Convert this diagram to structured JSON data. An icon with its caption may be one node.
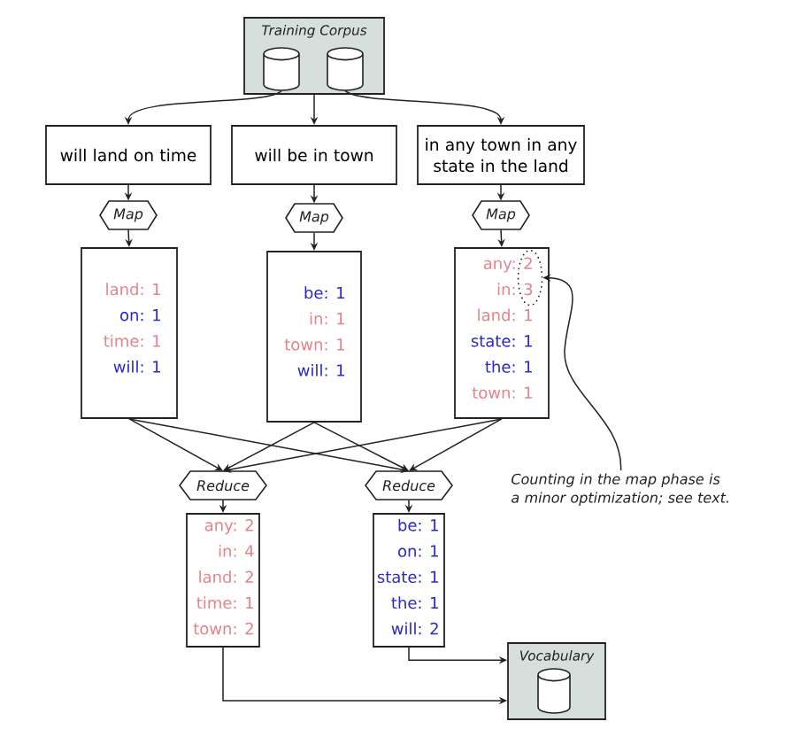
{
  "diagram": {
    "nodes": [
      {
        "text": [
          "Training Corpus"
        ]
      },
      {
        "text": [],
        "shape": "cylinder",
        "in": 0
      },
      {
        "text": [],
        "shape": "cylinder",
        "in": 0
      },
      {
        "text": [
          "will land on time"
        ]
      },
      {
        "text": [
          "will be in town"
        ]
      },
      {
        "text": [
          "in any town in any state in the land"
        ]
      },
      {
        "text": [
          "Map"
        ]
      },
      {
        "text": [
          "Map"
        ]
      },
      {
        "text": [
          "Map"
        ]
      },
      {
        "text": [
          "land: 1",
          "on: 1",
          "time: 1",
          "will: 1"
        ]
      },
      {
        "text": [
          "be: 1",
          "in: 1",
          "town: 1",
          "will: 1"
        ]
      },
      {
        "text": [
          "any: 2",
          "in: 3",
          "land: 1",
          "state: 1",
          "the: 1",
          "town: 1"
        ]
      },
      {
        "text": [],
        "shape": "ellipse",
        "in": 11
      },
      {
        "text": [
          "Reduce"
        ]
      },
      {
        "text": [
          "Reduce"
        ]
      },
      {
        "text": [
          "Counting in the map phase is a minor optimization; see text."
        ]
      },
      {
        "text": [
          "any: 2",
          "in: 4",
          "land: 2",
          "time: 1",
          "town: 2"
        ]
      },
      {
        "text": [
          "be: 1",
          "on: 1",
          "state: 1",
          "the: 1",
          "will: 2"
        ]
      },
      {
        "text": [
          "Vocabulary"
        ]
      },
      {
        "text": [],
        "shape": "cylinder",
        "in": 18
      }
    ],
    "edges": [
      {
        "from": 1,
        "to": 3,
        "arrow": "to"
      },
      {
        "from": 0,
        "to": 4,
        "arrow": "to"
      },
      {
        "from": 2,
        "to": 5,
        "arrow": "to"
      },
      {
        "from": 3,
        "to": 6,
        "arrow": "to"
      },
      {
        "from": 4,
        "to": 7,
        "arrow": "to"
      },
      {
        "from": 5,
        "to": 8,
        "arrow": "to"
      },
      {
        "from": 6,
        "to": 9,
        "arrow": "to"
      },
      {
        "from": 7,
        "to": 10,
        "arrow": "to"
      },
      {
        "from": 8,
        "to": 11,
        "arrow": "to"
      },
      {
        "from": 9,
        "to": 13,
        "arrow": "to"
      },
      {
        "from": 9,
        "to": 14,
        "arrow": "to"
      },
      {
        "from": 10,
        "to": 13,
        "arrow": "to"
      },
      {
        "from": 10,
        "to": 14,
        "arrow": "to"
      },
      {
        "from": 11,
        "to": 13,
        "arrow": "to"
      },
      {
        "from": 11,
        "to": 14,
        "arrow": "to"
      },
      {
        "from": 15,
        "to": 12,
        "arrow": "to"
      },
      {
        "from": 13,
        "to": 16,
        "arrow": "to"
      },
      {
        "from": 14,
        "to": 17,
        "arrow": "to"
      },
      {
        "from": 16,
        "to": 18,
        "arrow": "to"
      },
      {
        "from": 17,
        "to": 18,
        "arrow": "to"
      }
    ]
  }
}
